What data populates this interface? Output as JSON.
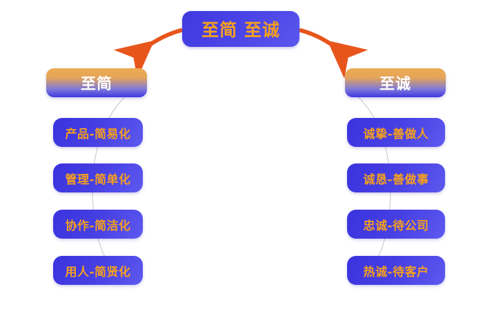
{
  "diagram": {
    "type": "tree",
    "root": {
      "label": "至简 至诚",
      "text_color": "#f5a01e",
      "fill": "#4740e4"
    },
    "branches": [
      {
        "side": "left",
        "header": {
          "label": "至简",
          "text_color": "#ffffff",
          "fill_top": "#eeab53",
          "fill_bottom": "#3f37e2"
        },
        "items": [
          {
            "label": "产品-简易化"
          },
          {
            "label": "管理-简单化"
          },
          {
            "label": "协作-简洁化"
          },
          {
            "label": "用人-简贤化"
          }
        ]
      },
      {
        "side": "right",
        "header": {
          "label": "至诚",
          "text_color": "#ffffff",
          "fill_top": "#eeab53",
          "fill_bottom": "#3f37e2"
        },
        "items": [
          {
            "label": "诚挚-善做人"
          },
          {
            "label": "诚恳-善做事"
          },
          {
            "label": "忠诚-待公司"
          },
          {
            "label": "热诚-待客户"
          }
        ]
      }
    ],
    "connectors": {
      "arrow_color": "#e8551b",
      "line_color": "#c9c9c9"
    }
  }
}
